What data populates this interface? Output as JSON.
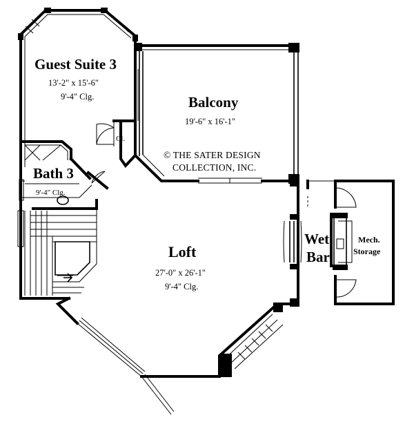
{
  "plan": {
    "rooms": {
      "guest_suite": {
        "name": "Guest Suite 3",
        "size": "13'-2\" x 15'-6\"",
        "ceiling": "9'-4\" Clg."
      },
      "balcony": {
        "name": "Balcony",
        "size": "19'-6\" x 16'-1\""
      },
      "closet": {
        "name": "Cl."
      },
      "bath": {
        "name": "Bath 3",
        "ceiling": "9'-4\" Clg."
      },
      "loft": {
        "name": "Loft",
        "size": "27'-0\" x 26'-1\"",
        "ceiling": "9'-4\" Clg."
      },
      "wet_bar": {
        "line1": "Wet",
        "line2": "Bar"
      },
      "mech": {
        "line1": "Mech.",
        "line2": "Storage"
      }
    },
    "copyright": {
      "line1": "© THE SATER DESIGN",
      "line2": "COLLECTION, INC."
    }
  }
}
